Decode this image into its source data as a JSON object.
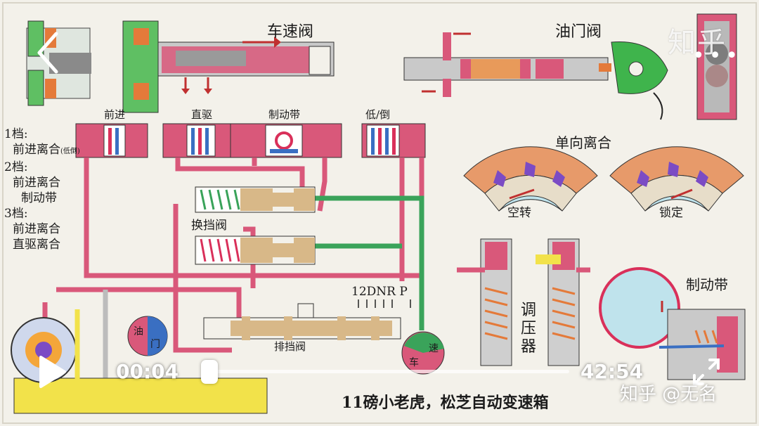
{
  "overlay": {
    "site_logo": "知乎",
    "more_icon": "more-icon",
    "back_icon": "chevron-left-icon",
    "play_icon": "play-icon",
    "fullscreen_icon": "fullscreen-icon",
    "current_time": "00:04",
    "total_time": "42:54",
    "progress_fraction": 0.02,
    "watermark": "知乎 @无名"
  },
  "drawing": {
    "speed_valve": "车速阀",
    "throttle_valve": "油门阀",
    "one_way_clutch": "单向离合",
    "freewheel": "空转",
    "locked": "锁定",
    "forward": "前进",
    "direct": "直驱",
    "brake_band": "制动带",
    "low_reverse": "低/倒",
    "shift_valve": "换挡阀",
    "gear_selector": "排挡阀",
    "gear_positions": "12DNR P",
    "regulator": "调压器",
    "oil_gauge_left": "油",
    "oil_gauge_right": "门",
    "speed_gauge_left": "车",
    "speed_gauge_right": "速",
    "brake_band_right": "制动带",
    "credit": "11磅小老虎，松芝自动变速箱"
  },
  "gear_notes": {
    "g1": "1档:",
    "g1_line": "前进离合",
    "g1_small": "(低倒)",
    "g2": "2档:",
    "g2_l1": "前进离合",
    "g2_l2": "制动带",
    "g3": "3档:",
    "g3_l1": "前进离合",
    "g3_l2": "直驱离合"
  },
  "colors": {
    "pink": "#d9587a",
    "green": "#3aa35a",
    "tan": "#d8b888",
    "blue": "#3a6fc2",
    "orange": "#e07a3a",
    "purple": "#6a3fb0",
    "yellow": "#f2e24a"
  }
}
